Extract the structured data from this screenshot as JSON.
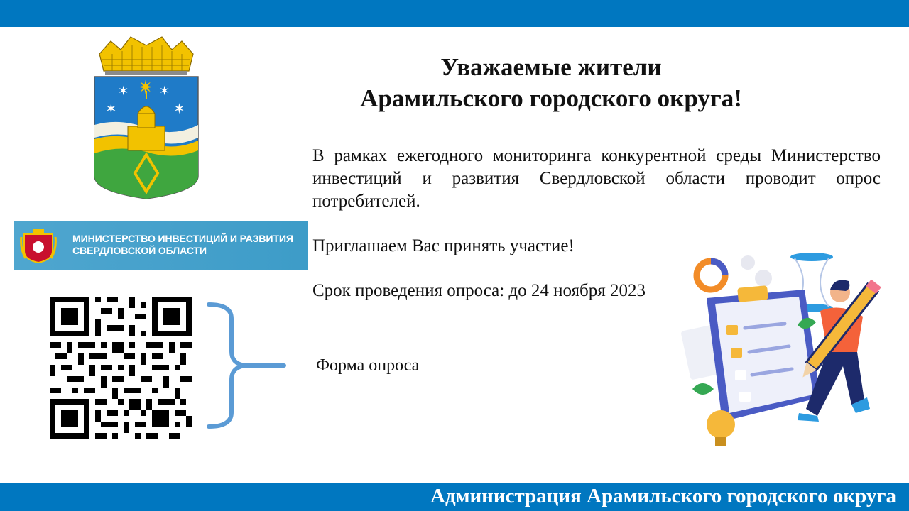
{
  "header": {
    "title_line1": "Уважаемые жители",
    "title_line2": "Арамильского городского округа!"
  },
  "body": {
    "paragraph1": "В рамках ежегодного мониторинга конкурентной среды Министерство инвестиций и развития Свердловской области проводит опрос потребителей.",
    "invitation": "Приглашаем Вас принять участие!",
    "deadline": "Срок проведения опроса: до 24 ноября 2023"
  },
  "ministry_banner": {
    "line1": "МИНИСТЕРСТВО ИНВЕСТИЦИЙ И РАЗВИТИЯ",
    "line2": "СВЕРДЛОВСКОЙ ОБЛАСТИ"
  },
  "survey": {
    "label": "Форма опроса"
  },
  "footer": {
    "text": "Администрация Арамильского городского округа"
  },
  "icons": {
    "coat": "coat-of-arms-icon",
    "ministry": "ministry-emblem-icon",
    "qr": "qr-code-icon",
    "brace": "curly-brace-icon",
    "illustration": "survey-checklist-illustration"
  },
  "colors": {
    "brand_blue": "#0077c0",
    "banner_blue": "#4fa6cf"
  }
}
